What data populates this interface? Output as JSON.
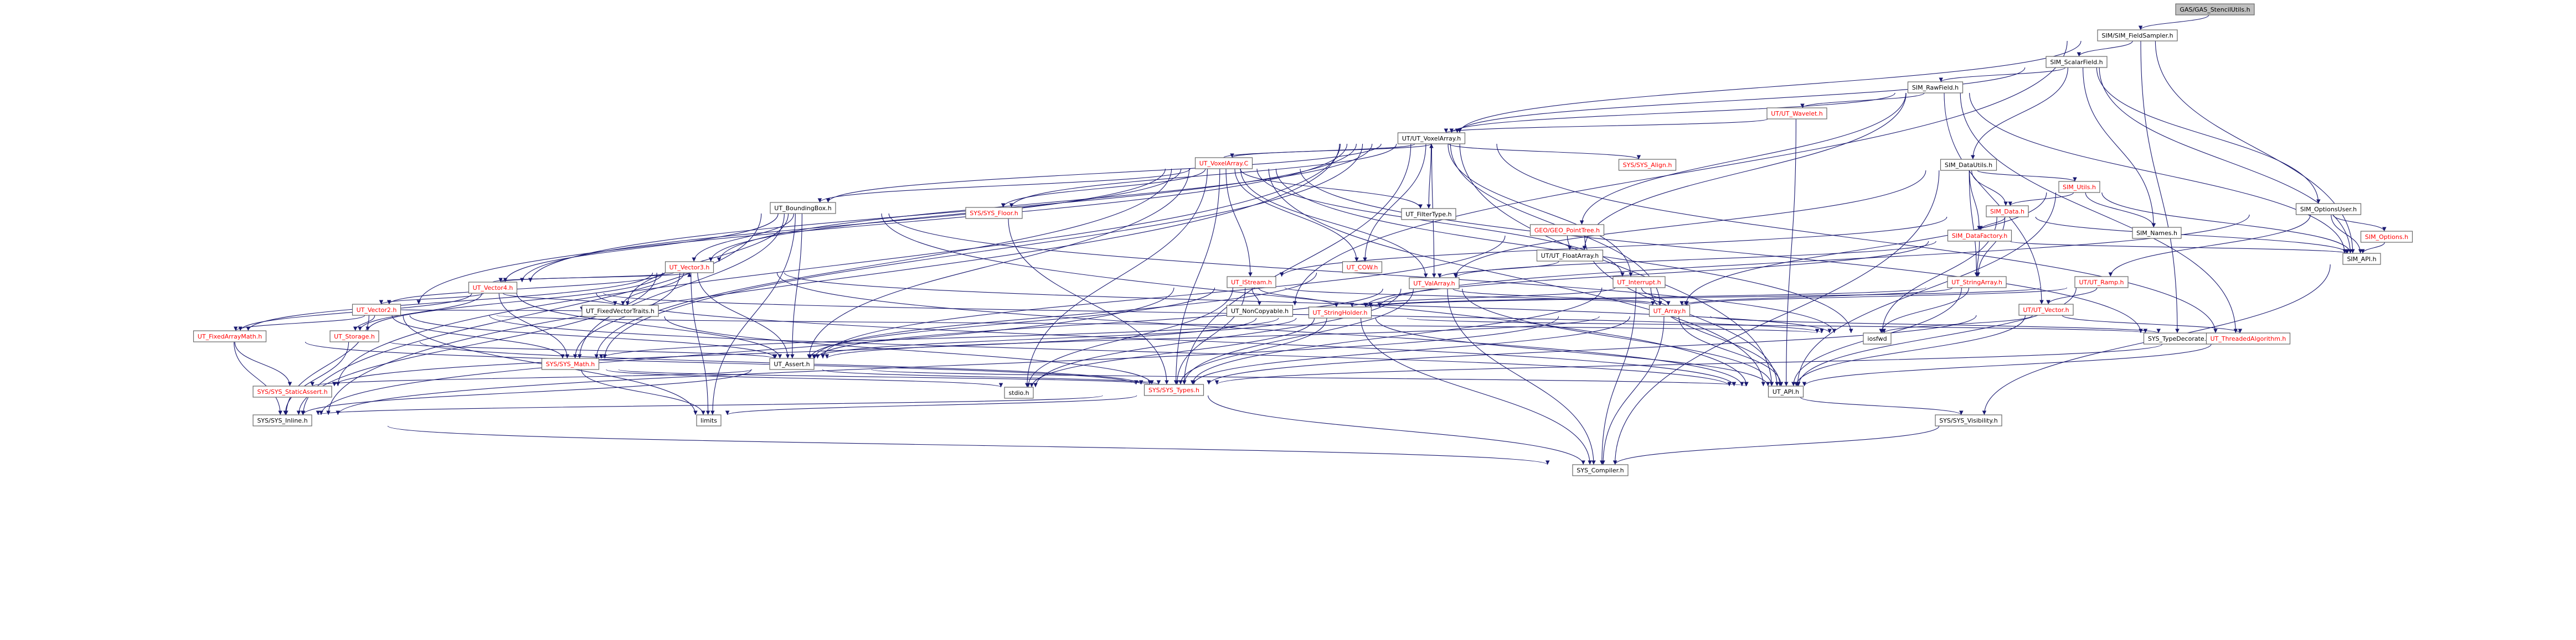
{
  "graph": {
    "nodes": [
      {
        "id": "root",
        "label": "GAS/GAS_StencilUtils.h",
        "style": "root"
      },
      {
        "id": "field_sampler",
        "label": "SIM/SIM_FieldSampler.h",
        "style": "black"
      },
      {
        "id": "scalar_field",
        "label": "SIM_ScalarField.h",
        "style": "black"
      },
      {
        "id": "raw_field",
        "label": "SIM_RawField.h",
        "style": "black"
      },
      {
        "id": "wavelet",
        "label": "UT/UT_Wavelet.h",
        "style": "red"
      },
      {
        "id": "voxel_array_h",
        "label": "UT/UT_VoxelArray.h",
        "style": "black"
      },
      {
        "id": "voxel_array_c",
        "label": "UT_VoxelArray.C",
        "style": "red"
      },
      {
        "id": "sys_align",
        "label": "SYS/SYS_Align.h",
        "style": "red"
      },
      {
        "id": "data_utils",
        "label": "SIM_DataUtils.h",
        "style": "black"
      },
      {
        "id": "sim_utils",
        "label": "SIM_Utils.h",
        "style": "red"
      },
      {
        "id": "sim_data",
        "label": "SIM_Data.h",
        "style": "red"
      },
      {
        "id": "options_user",
        "label": "SIM_OptionsUser.h",
        "style": "black"
      },
      {
        "id": "sim_options",
        "label": "SIM_Options.h",
        "style": "red"
      },
      {
        "id": "sim_api",
        "label": "SIM_API.h",
        "style": "black"
      },
      {
        "id": "sim_names",
        "label": "SIM_Names.h",
        "style": "black"
      },
      {
        "id": "data_factory",
        "label": "SIM_DataFactory.h",
        "style": "red"
      },
      {
        "id": "point_tree",
        "label": "GEO/GEO_PointTree.h",
        "style": "red"
      },
      {
        "id": "float_array",
        "label": "UT/UT_FloatArray.h",
        "style": "black"
      },
      {
        "id": "ut_ramp",
        "label": "UT/UT_Ramp.h",
        "style": "red"
      },
      {
        "id": "ut_vector_h",
        "label": "UT/UT_Vector.h",
        "style": "red"
      },
      {
        "id": "sys_floor",
        "label": "SYS/SYS_Floor.h",
        "style": "red"
      },
      {
        "id": "bounding_box",
        "label": "UT_BoundingBox.h",
        "style": "black"
      },
      {
        "id": "filter_type",
        "label": "UT_FilterType.h",
        "style": "black"
      },
      {
        "id": "ut_cow",
        "label": "UT_COW.h",
        "style": "red"
      },
      {
        "id": "ut_interrupt",
        "label": "UT_Interrupt.h",
        "style": "red"
      },
      {
        "id": "string_array",
        "label": "UT_StringArray.h",
        "style": "red"
      },
      {
        "id": "val_array",
        "label": "UT_ValArray.h",
        "style": "red"
      },
      {
        "id": "ut_istream",
        "label": "UT_IStream.h",
        "style": "red"
      },
      {
        "id": "non_copyable",
        "label": "UT_NonCopyable.h",
        "style": "black"
      },
      {
        "id": "ut_vector3",
        "label": "UT_Vector3.h",
        "style": "red"
      },
      {
        "id": "ut_vector4",
        "label": "UT_Vector4.h",
        "style": "red"
      },
      {
        "id": "ut_vector2",
        "label": "UT_Vector2.h",
        "style": "red"
      },
      {
        "id": "fixed_vector_traits",
        "label": "UT_FixedVectorTraits.h",
        "style": "black"
      },
      {
        "id": "fixed_array_math",
        "label": "UT_FixedArrayMath.h",
        "style": "red"
      },
      {
        "id": "ut_storage",
        "label": "UT_Storage.h",
        "style": "red"
      },
      {
        "id": "string_holder",
        "label": "UT_StringHolder.h",
        "style": "red"
      },
      {
        "id": "ut_array",
        "label": "UT_Array.h",
        "style": "red"
      },
      {
        "id": "iosfwd",
        "label": "iosfwd",
        "style": "black"
      },
      {
        "id": "type_decorate",
        "label": "SYS_TypeDecorate.h",
        "style": "black"
      },
      {
        "id": "threaded_algorithm",
        "label": "UT_ThreadedAlgorithm.h",
        "style": "red"
      },
      {
        "id": "sys_math",
        "label": "SYS/SYS_Math.h",
        "style": "red"
      },
      {
        "id": "ut_assert",
        "label": "UT_Assert.h",
        "style": "black"
      },
      {
        "id": "static_assert",
        "label": "SYS/SYS_StaticAssert.h",
        "style": "red"
      },
      {
        "id": "stdio",
        "label": "stdio.h",
        "style": "black"
      },
      {
        "id": "sys_types",
        "label": "SYS/SYS_Types.h",
        "style": "red"
      },
      {
        "id": "ut_api",
        "label": "UT_API.h",
        "style": "black"
      },
      {
        "id": "sys_inline",
        "label": "SYS/SYS_Inline.h",
        "style": "black"
      },
      {
        "id": "limits",
        "label": "limits",
        "style": "black"
      },
      {
        "id": "sys_visibility",
        "label": "SYS/SYS_Visibility.h",
        "style": "black"
      },
      {
        "id": "sys_compiler",
        "label": "SYS_Compiler.h",
        "style": "black"
      }
    ],
    "edges": [
      [
        "root",
        "field_sampler"
      ],
      [
        "field_sampler",
        "scalar_field"
      ],
      [
        "field_sampler",
        "voxel_array_h"
      ],
      [
        "field_sampler",
        "sim_api"
      ],
      [
        "field_sampler",
        "type_decorate"
      ],
      [
        "field_sampler",
        "non_copyable"
      ],
      [
        "scalar_field",
        "raw_field"
      ],
      [
        "scalar_field",
        "data_utils"
      ],
      [
        "scalar_field",
        "options_user"
      ],
      [
        "scalar_field",
        "sim_names"
      ],
      [
        "scalar_field",
        "sim_api"
      ],
      [
        "scalar_field",
        "voxel_array_h"
      ],
      [
        "raw_field",
        "wavelet"
      ],
      [
        "raw_field",
        "voxel_array_h"
      ],
      [
        "raw_field",
        "point_tree"
      ],
      [
        "raw_field",
        "float_array"
      ],
      [
        "raw_field",
        "ut_vector_h"
      ],
      [
        "raw_field",
        "threaded_algorithm"
      ],
      [
        "raw_field",
        "sim_api"
      ],
      [
        "wavelet",
        "voxel_array_h"
      ],
      [
        "wavelet",
        "ut_api"
      ],
      [
        "voxel_array_h",
        "voxel_array_c"
      ],
      [
        "voxel_array_h",
        "sys_align"
      ],
      [
        "voxel_array_h",
        "sys_floor"
      ],
      [
        "voxel_array_h",
        "bounding_box"
      ],
      [
        "voxel_array_h",
        "filter_type"
      ],
      [
        "voxel_array_h",
        "ut_cow"
      ],
      [
        "voxel_array_h",
        "ut_interrupt"
      ],
      [
        "voxel_array_h",
        "val_array"
      ],
      [
        "voxel_array_h",
        "ut_vector3"
      ],
      [
        "voxel_array_h",
        "ut_vector4"
      ],
      [
        "voxel_array_h",
        "ut_vector2"
      ],
      [
        "voxel_array_h",
        "ut_array"
      ],
      [
        "voxel_array_h",
        "threaded_algorithm"
      ],
      [
        "voxel_array_h",
        "sys_math"
      ],
      [
        "voxel_array_h",
        "sys_types"
      ],
      [
        "voxel_array_h",
        "ut_api"
      ],
      [
        "voxel_array_h",
        "sys_inline"
      ],
      [
        "voxel_array_h",
        "static_assert"
      ],
      [
        "voxel_array_c",
        "voxel_array_h"
      ],
      [
        "voxel_array_c",
        "sys_floor"
      ],
      [
        "voxel_array_c",
        "bounding_box"
      ],
      [
        "voxel_array_c",
        "filter_type"
      ],
      [
        "voxel_array_c",
        "ut_cow"
      ],
      [
        "voxel_array_c",
        "ut_interrupt"
      ],
      [
        "voxel_array_c",
        "val_array"
      ],
      [
        "voxel_array_c",
        "ut_istream"
      ],
      [
        "voxel_array_c",
        "ut_vector3"
      ],
      [
        "voxel_array_c",
        "ut_vector4"
      ],
      [
        "voxel_array_c",
        "ut_assert"
      ],
      [
        "voxel_array_c",
        "sys_math"
      ],
      [
        "voxel_array_c",
        "sys_types"
      ],
      [
        "voxel_array_c",
        "iosfwd"
      ],
      [
        "voxel_array_c",
        "type_decorate"
      ],
      [
        "voxel_array_c",
        "stdio"
      ],
      [
        "voxel_array_c",
        "ut_api"
      ],
      [
        "data_utils",
        "sim_utils"
      ],
      [
        "data_utils",
        "sim_data"
      ],
      [
        "data_utils",
        "data_factory"
      ],
      [
        "data_utils",
        "string_array"
      ],
      [
        "data_utils",
        "val_array"
      ],
      [
        "data_utils",
        "sys_compiler"
      ],
      [
        "sim_utils",
        "sim_data"
      ],
      [
        "sim_utils",
        "sim_names"
      ],
      [
        "sim_utils",
        "sim_api"
      ],
      [
        "sim_utils",
        "ut_array"
      ],
      [
        "sim_utils",
        "ut_api"
      ],
      [
        "sim_data",
        "data_factory"
      ],
      [
        "sim_data",
        "string_array"
      ],
      [
        "sim_data",
        "sim_api"
      ],
      [
        "sim_data",
        "ut_istream"
      ],
      [
        "sim_data",
        "iosfwd"
      ],
      [
        "options_user",
        "sim_options"
      ],
      [
        "options_user",
        "sim_api"
      ],
      [
        "options_user",
        "ut_ramp"
      ],
      [
        "options_user",
        "string_holder"
      ],
      [
        "sim_options",
        "sim_api"
      ],
      [
        "sim_api",
        "sys_visibility"
      ],
      [
        "data_factory",
        "string_array"
      ],
      [
        "data_factory",
        "sim_api"
      ],
      [
        "data_factory",
        "val_array"
      ],
      [
        "data_factory",
        "string_holder"
      ],
      [
        "point_tree",
        "float_array"
      ],
      [
        "point_tree",
        "ut_assert"
      ],
      [
        "point_tree",
        "ut_api"
      ],
      [
        "float_array",
        "val_array"
      ],
      [
        "ut_ramp",
        "ut_array"
      ],
      [
        "ut_ramp",
        "ut_vector_h"
      ],
      [
        "ut_ramp",
        "string_holder"
      ],
      [
        "ut_ramp",
        "ut_api"
      ],
      [
        "ut_vector_h",
        "threaded_algorithm"
      ],
      [
        "ut_vector_h",
        "ut_api"
      ],
      [
        "ut_vector_h",
        "iosfwd"
      ],
      [
        "ut_vector_h",
        "sys_types"
      ],
      [
        "sys_floor",
        "sys_types"
      ],
      [
        "bounding_box",
        "ut_vector3"
      ],
      [
        "bounding_box",
        "ut_vector4"
      ],
      [
        "bounding_box",
        "ut_assert"
      ],
      [
        "bounding_box",
        "sys_math"
      ],
      [
        "bounding_box",
        "ut_api"
      ],
      [
        "bounding_box",
        "sys_inline"
      ],
      [
        "bounding_box",
        "limits"
      ],
      [
        "bounding_box",
        "iosfwd"
      ],
      [
        "bounding_box",
        "fixed_vector_traits"
      ],
      [
        "ut_cow",
        "ut_assert"
      ],
      [
        "ut_interrupt",
        "ut_array"
      ],
      [
        "ut_interrupt",
        "string_holder"
      ],
      [
        "ut_interrupt",
        "ut_api"
      ],
      [
        "ut_interrupt",
        "sys_types"
      ],
      [
        "ut_interrupt",
        "sys_compiler"
      ],
      [
        "string_array",
        "ut_array"
      ],
      [
        "string_array",
        "string_holder"
      ],
      [
        "string_array",
        "ut_api"
      ],
      [
        "string_array",
        "iosfwd"
      ],
      [
        "val_array",
        "ut_array"
      ],
      [
        "val_array",
        "ut_assert"
      ],
      [
        "val_array",
        "ut_api"
      ],
      [
        "val_array",
        "sys_types"
      ],
      [
        "val_array",
        "sys_compiler"
      ],
      [
        "val_array",
        "stdio"
      ],
      [
        "ut_istream",
        "ut_array"
      ],
      [
        "ut_istream",
        "ut_assert"
      ],
      [
        "ut_istream",
        "string_holder"
      ],
      [
        "ut_istream",
        "non_copyable"
      ],
      [
        "ut_istream",
        "sys_types"
      ],
      [
        "ut_istream",
        "stdio"
      ],
      [
        "ut_istream",
        "sys_inline"
      ],
      [
        "ut_vector3",
        "ut_vector4"
      ],
      [
        "ut_vector3",
        "ut_vector2"
      ],
      [
        "ut_vector3",
        "fixed_vector_traits"
      ],
      [
        "ut_vector3",
        "fixed_array_math"
      ],
      [
        "ut_vector3",
        "ut_storage"
      ],
      [
        "ut_vector3",
        "ut_assert"
      ],
      [
        "ut_vector3",
        "sys_math"
      ],
      [
        "ut_vector3",
        "ut_api"
      ],
      [
        "ut_vector3",
        "sys_inline"
      ],
      [
        "ut_vector3",
        "limits"
      ],
      [
        "ut_vector3",
        "iosfwd"
      ],
      [
        "ut_vector4",
        "ut_vector3"
      ],
      [
        "ut_vector4",
        "ut_vector2"
      ],
      [
        "ut_vector4",
        "fixed_vector_traits"
      ],
      [
        "ut_vector4",
        "fixed_array_math"
      ],
      [
        "ut_vector4",
        "ut_storage"
      ],
      [
        "ut_vector4",
        "ut_assert"
      ],
      [
        "ut_vector4",
        "sys_math"
      ],
      [
        "ut_vector4",
        "ut_api"
      ],
      [
        "ut_vector4",
        "iosfwd"
      ],
      [
        "ut_vector2",
        "fixed_vector_traits"
      ],
      [
        "ut_vector2",
        "fixed_array_math"
      ],
      [
        "ut_vector2",
        "ut_storage"
      ],
      [
        "ut_vector2",
        "ut_assert"
      ],
      [
        "ut_vector2",
        "sys_math"
      ],
      [
        "ut_vector2",
        "ut_api"
      ],
      [
        "ut_vector2",
        "sys_inline"
      ],
      [
        "ut_vector2",
        "limits"
      ],
      [
        "ut_vector2",
        "iosfwd"
      ],
      [
        "fixed_vector_traits",
        "sys_types"
      ],
      [
        "fixed_array_math",
        "sys_inline"
      ],
      [
        "fixed_array_math",
        "static_assert"
      ],
      [
        "fixed_array_math",
        "sys_types"
      ],
      [
        "ut_storage",
        "ut_assert"
      ],
      [
        "ut_storage",
        "sys_inline"
      ],
      [
        "ut_storage",
        "sys_types"
      ],
      [
        "string_holder",
        "ut_assert"
      ],
      [
        "string_holder",
        "sys_math"
      ],
      [
        "string_holder",
        "ut_api"
      ],
      [
        "string_holder",
        "sys_types"
      ],
      [
        "string_holder",
        "sys_compiler"
      ],
      [
        "string_holder",
        "type_decorate"
      ],
      [
        "string_holder",
        "static_assert"
      ],
      [
        "string_holder",
        "stdio"
      ],
      [
        "ut_array",
        "ut_assert"
      ],
      [
        "ut_array",
        "ut_api"
      ],
      [
        "ut_array",
        "sys_compiler"
      ],
      [
        "ut_array",
        "sys_types"
      ],
      [
        "ut_array",
        "type_decorate"
      ],
      [
        "ut_array",
        "sys_inline"
      ],
      [
        "threaded_algorithm",
        "ut_api"
      ],
      [
        "threaded_algorithm",
        "sys_types"
      ],
      [
        "sys_math",
        "sys_types"
      ],
      [
        "sys_math",
        "limits"
      ],
      [
        "sys_math",
        "stdio"
      ],
      [
        "ut_assert",
        "ut_api"
      ],
      [
        "ut_assert",
        "sys_types"
      ],
      [
        "ut_assert",
        "sys_inline"
      ],
      [
        "ut_assert",
        "static_assert"
      ],
      [
        "sys_types",
        "sys_inline"
      ],
      [
        "sys_types",
        "limits"
      ],
      [
        "sys_types",
        "sys_compiler"
      ],
      [
        "ut_api",
        "sys_visibility"
      ],
      [
        "sys_inline",
        "sys_compiler"
      ],
      [
        "sys_visibility",
        "sys_compiler"
      ]
    ]
  }
}
